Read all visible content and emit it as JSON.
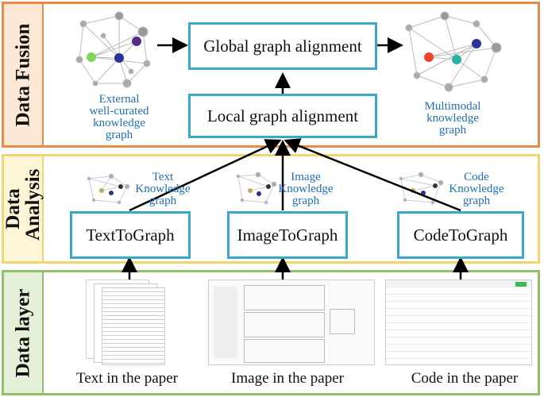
{
  "layers": {
    "fusion": "Data Fusion",
    "analysis": "Data Analysis",
    "data": "Data layer"
  },
  "fusion": {
    "global": "Global graph alignment",
    "local": "Local graph alignment",
    "external_caption": [
      "External",
      "well-curated",
      "knowledge",
      "graph"
    ],
    "multimodal_caption": [
      "Multimodal",
      "knowledge",
      "graph"
    ]
  },
  "analysis": {
    "text_kg": [
      "Text",
      "Knowledge",
      "graph"
    ],
    "image_kg": [
      "Image",
      "Knowledge",
      "graph"
    ],
    "code_kg": [
      "Code",
      "Knowledge",
      "graph"
    ],
    "text_box": "TextToGraph",
    "image_box": "ImageToGraph",
    "code_box": "CodeToGraph"
  },
  "data_layer": {
    "text": "Text in the paper",
    "image": "Image in the paper",
    "code": "Code in the paper"
  },
  "colors": {
    "fusion_border": "#e88a4a",
    "fusion_fill": "#fde8d6",
    "analysis_border": "#f2d572",
    "analysis_fill": "#fdf6d6",
    "data_border": "#8fbf6b",
    "data_fill": "#e5f0d9",
    "box_border": "#3aa9c9",
    "caption_blue": "#1f6fb5"
  }
}
